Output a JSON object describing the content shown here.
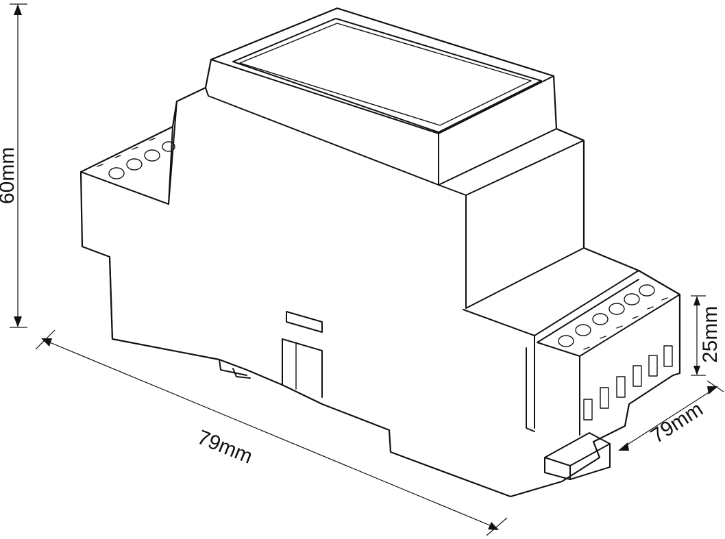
{
  "dimensions": {
    "height": "60mm",
    "length": "79mm",
    "terminal_height": "25mm",
    "depth": "79mm"
  }
}
